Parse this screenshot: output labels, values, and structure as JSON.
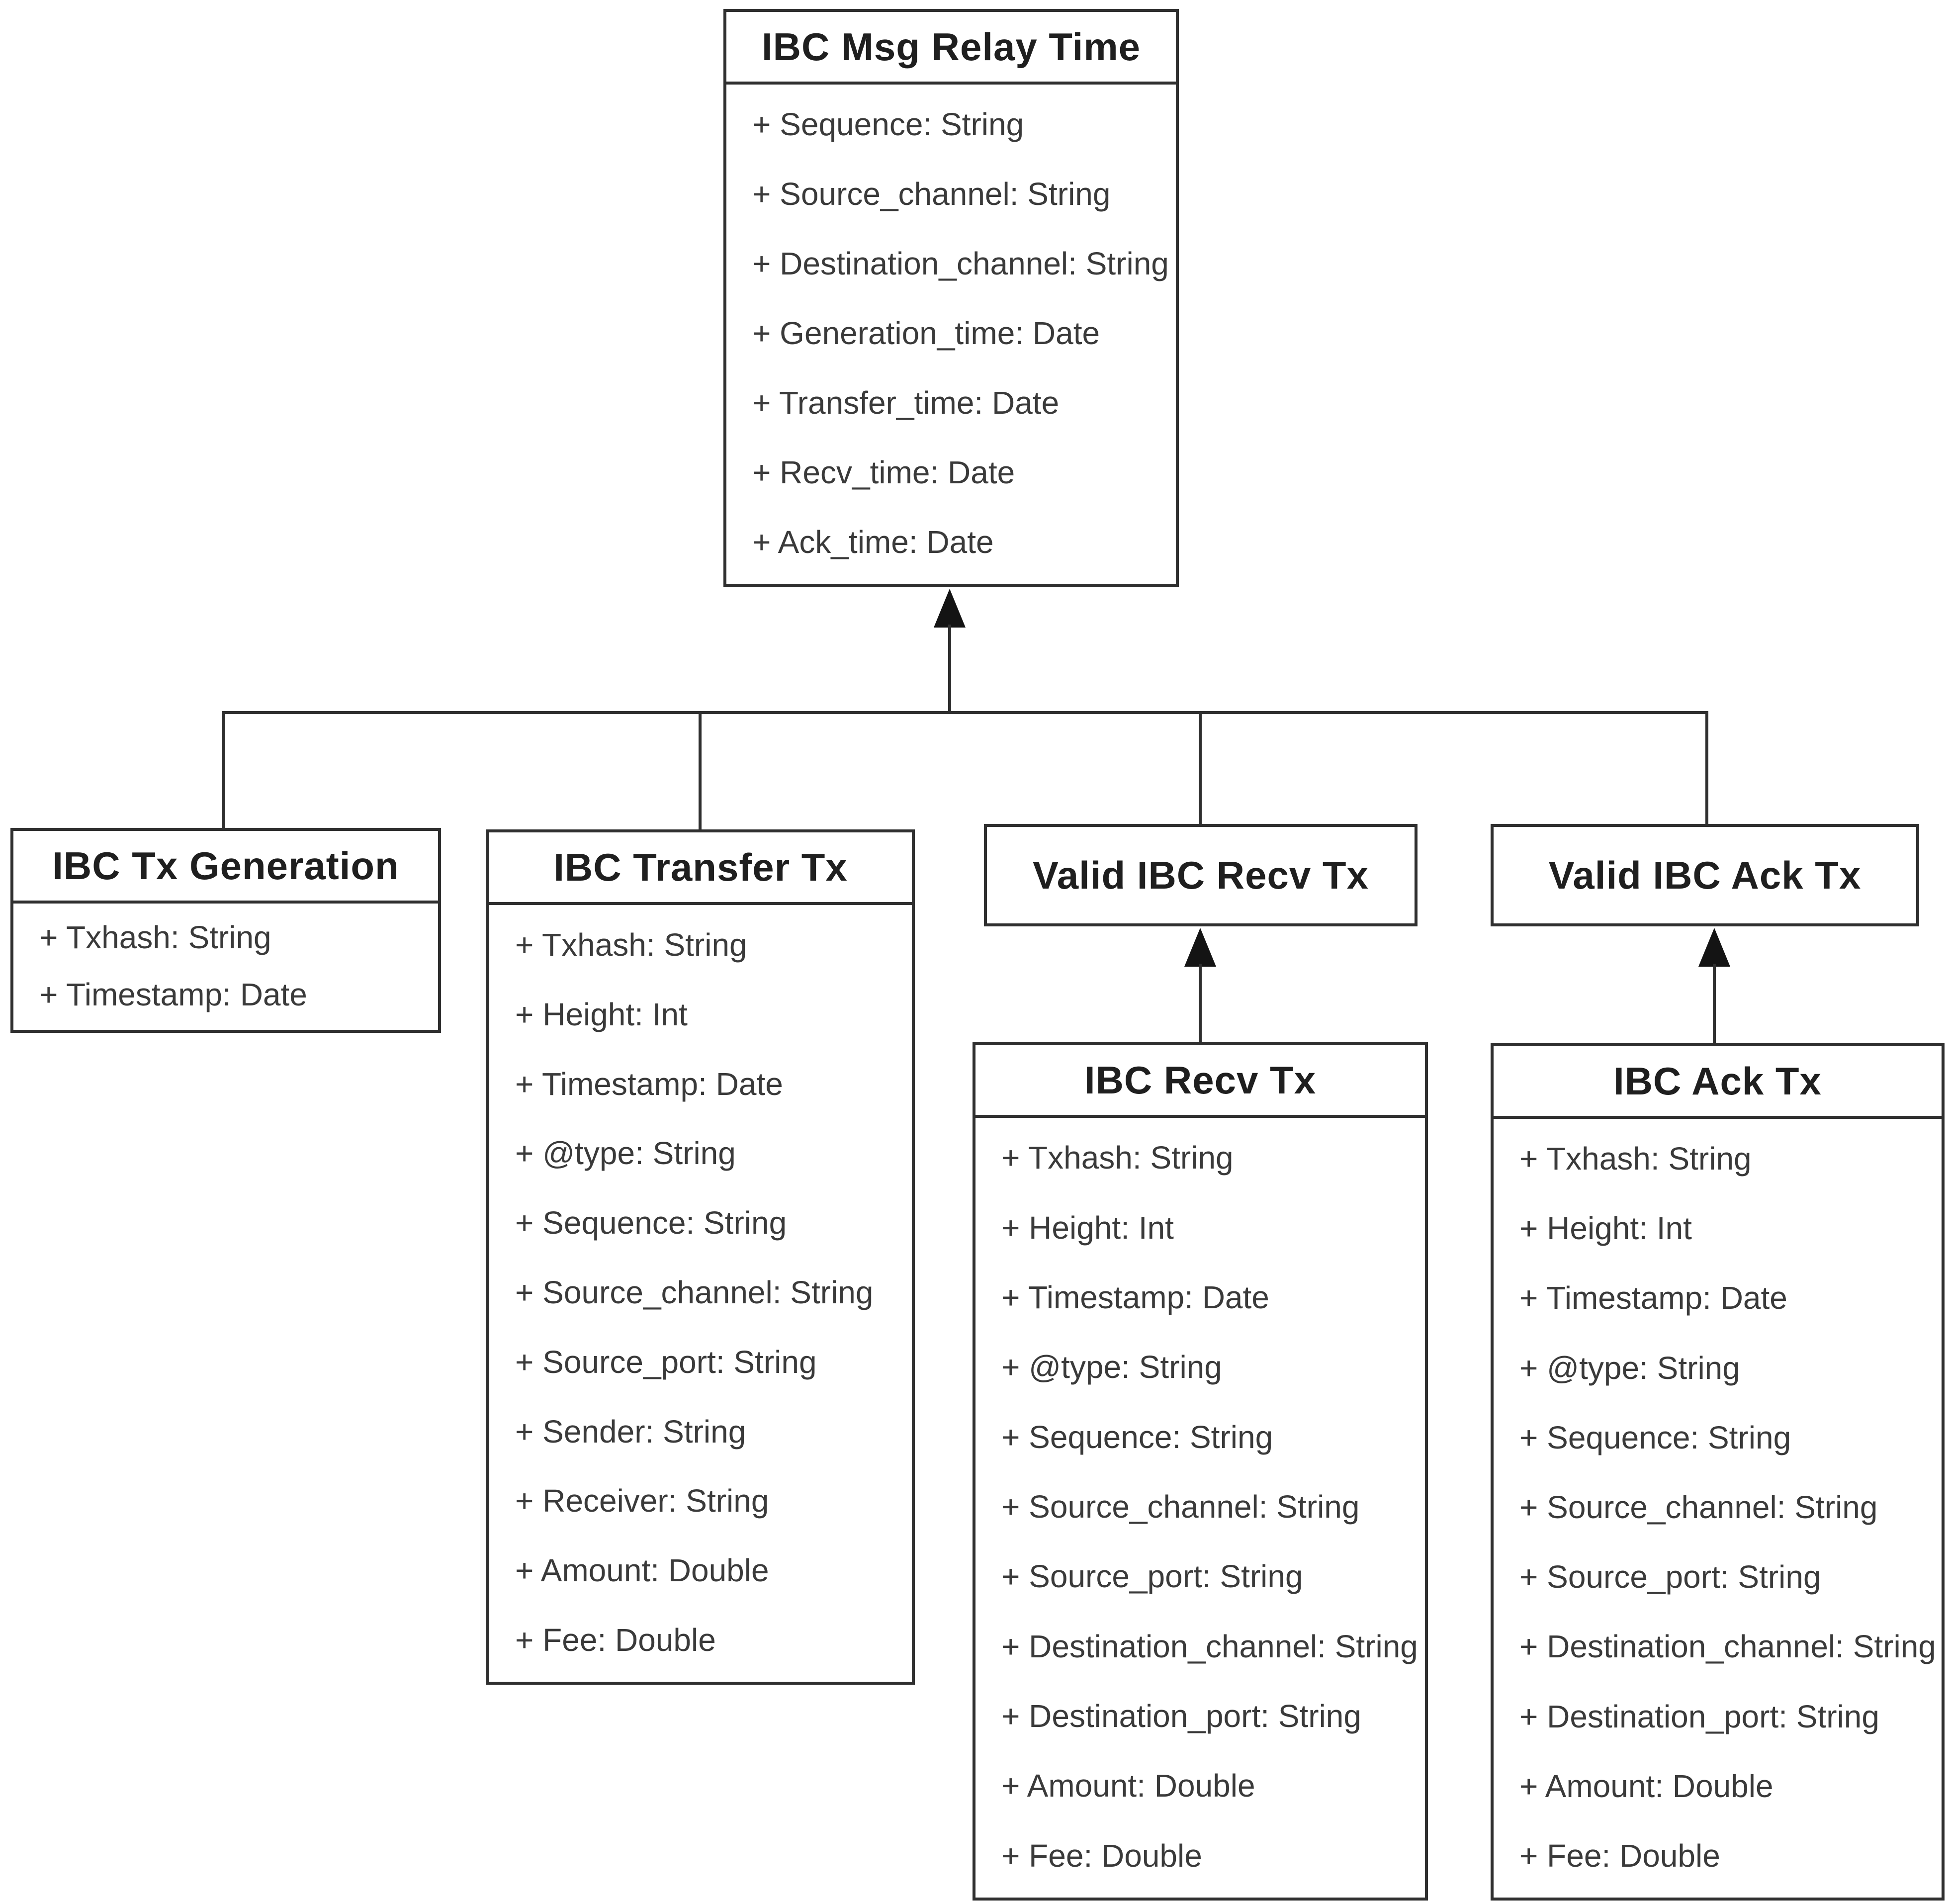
{
  "diagram": {
    "kind": "uml-class-diagram",
    "background_color": "#ffffff",
    "line_color": "#2f2f2f",
    "title_text_color": "#1f1f1f",
    "field_text_color": "#3a3a3a",
    "classes": [
      {
        "id": "relay",
        "name": "IBC Msg Relay Time",
        "fields": [
          "+ Sequence: String",
          "+ Source_channel: String",
          "+ Destination_channel: String",
          "+ Generation_time: Date",
          "+ Transfer_time: Date",
          "+ Recv_time: Date",
          "+ Ack_time: Date"
        ]
      },
      {
        "id": "tx-generation",
        "name": "IBC Tx Generation",
        "fields": [
          "+ Txhash: String",
          "+ Timestamp: Date"
        ]
      },
      {
        "id": "transfer-tx",
        "name": "IBC Transfer Tx",
        "fields": [
          "+ Txhash: String",
          "+ Height: Int",
          "+ Timestamp: Date",
          "+ @type: String",
          "+ Sequence: String",
          "+ Source_channel: String",
          "+ Source_port: String",
          "+ Sender: String",
          "+ Receiver: String",
          "+ Amount: Double",
          "+ Fee: Double"
        ]
      },
      {
        "id": "valid-recv-tx",
        "name": "Valid IBC Recv Tx",
        "fields": []
      },
      {
        "id": "valid-ack-tx",
        "name": "Valid IBC Ack Tx",
        "fields": []
      },
      {
        "id": "recv-tx",
        "name": "IBC Recv Tx",
        "fields": [
          "+ Txhash: String",
          "+ Height: Int",
          "+ Timestamp: Date",
          "+ @type: String",
          "+ Sequence: String",
          "+ Source_channel: String",
          "+ Source_port: String",
          "+ Destination_channel: String",
          "+ Destination_port: String",
          "+ Amount: Double",
          "+ Fee: Double"
        ]
      },
      {
        "id": "ack-tx",
        "name": "IBC Ack Tx",
        "fields": [
          "+ Txhash: String",
          "+ Height: Int",
          "+ Timestamp: Date",
          "+ @type: String",
          "+ Sequence: String",
          "+ Source_channel: String",
          "+ Source_port: String",
          "+ Destination_channel: String",
          "+ Destination_port: String",
          "+ Amount: Double",
          "+ Fee: Double"
        ]
      }
    ],
    "relations": [
      "IBC Tx Generation -> IBC Msg Relay Time",
      "IBC Transfer Tx -> IBC Msg Relay Time",
      "Valid IBC Recv Tx -> IBC Msg Relay Time",
      "Valid IBC Ack Tx -> IBC Msg Relay Time",
      "IBC Recv Tx -> Valid IBC Recv Tx",
      "IBC Ack Tx -> Valid IBC Ack Tx"
    ]
  }
}
